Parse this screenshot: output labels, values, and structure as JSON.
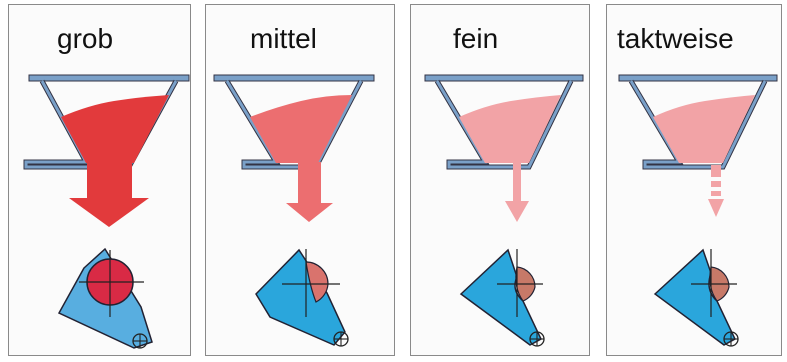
{
  "panels": [
    {
      "label": "grob",
      "fill_color": "#e23a3c",
      "dial_color": "#d92a45",
      "blade_color": "#58aee0"
    },
    {
      "label": "mittel",
      "fill_color": "#ec6e70",
      "dial_color": "#d9736d",
      "blade_color": "#2aa6dc"
    },
    {
      "label": "fein",
      "fill_color": "#f2a3a6",
      "dial_color": "#c77968",
      "blade_color": "#2aa6dc"
    },
    {
      "label": "taktweise",
      "fill_color": "#f2a3a6",
      "dial_color": "#c77968",
      "blade_color": "#2aa6dc"
    }
  ]
}
